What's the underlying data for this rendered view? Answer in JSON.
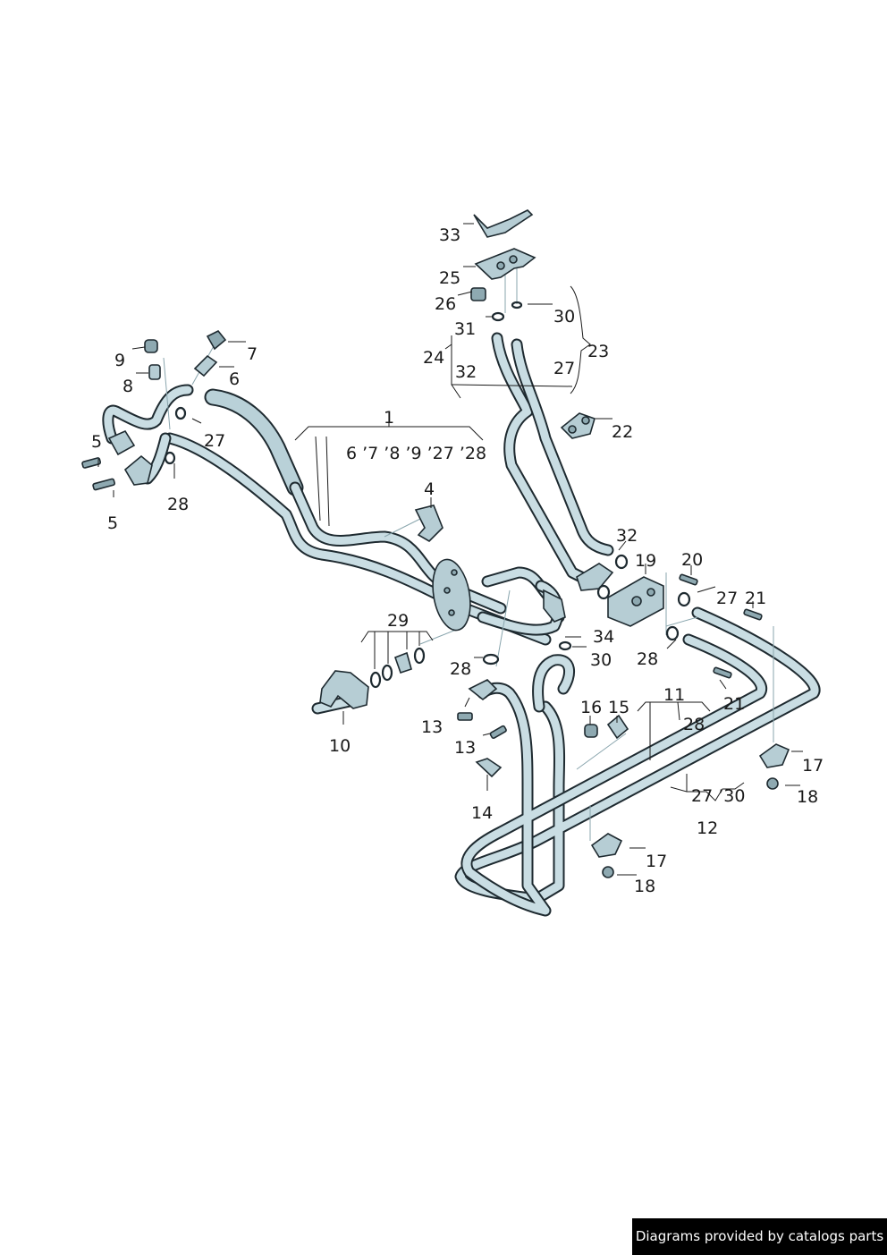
{
  "callouts": {
    "c1": "1",
    "c1_group": "6 ’7 ’8 ’9 ’27 ’28",
    "c4": "4",
    "c5a": "5",
    "c5b": "5",
    "c6": "6",
    "c7": "7",
    "c8": "8",
    "c9": "9",
    "c10": "10",
    "c11": "11",
    "c12": "12",
    "c13a": "13",
    "c13b": "13",
    "c14": "14",
    "c15": "15",
    "c16": "16",
    "c17a": "17",
    "c17b": "17",
    "c18a": "18",
    "c18b": "18",
    "c19": "19",
    "c20": "20",
    "c21a": "21",
    "c21b": "21",
    "c22": "22",
    "c23": "23",
    "c24": "24",
    "c25": "25",
    "c26": "26",
    "c27a": "27",
    "c27b": "27",
    "c27c": "27",
    "c2730": "27 ’30",
    "c28a": "28",
    "c28b": "28",
    "c28c": "28",
    "c28d": "28",
    "c29": "29",
    "c30a": "30",
    "c30b": "30",
    "c31": "31",
    "c32a": "32",
    "c32b": "32",
    "c33": "33",
    "c34": "34"
  },
  "footer": {
    "credit": "Diagrams provided by catalogs parts"
  }
}
